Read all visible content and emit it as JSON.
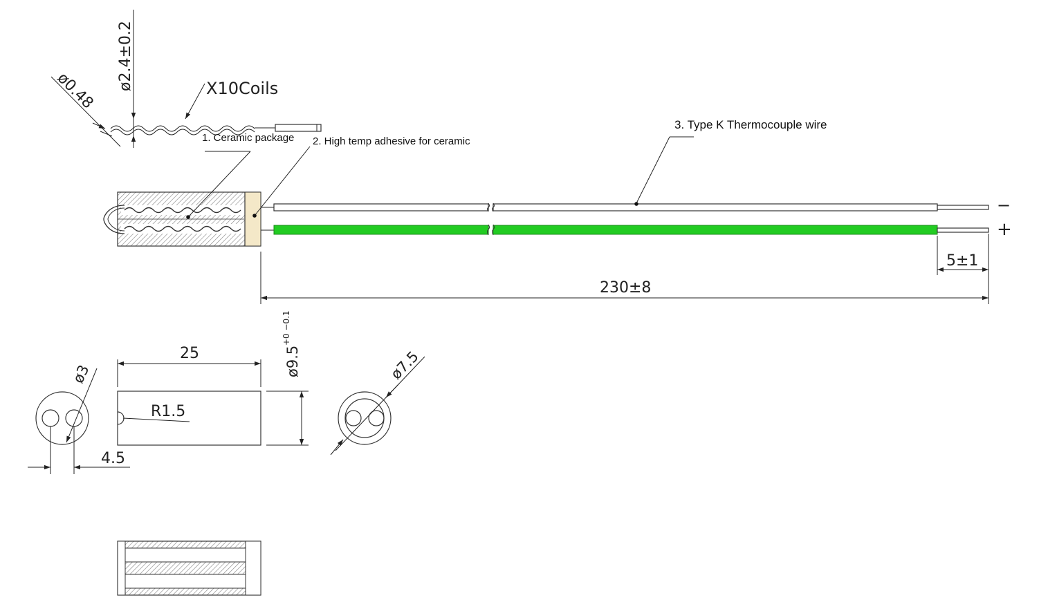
{
  "colors": {
    "line": "#222222",
    "green_wire": "#22cc22",
    "adhesive": "#f4e8c8",
    "hatch": "#8a8a8a"
  },
  "labels": {
    "coils": "X10Coils",
    "ceramic_package": "1. Ceramic package",
    "adhesive": "2. High temp adhesive for ceramic",
    "thermocouple_wire": "3. Type K Thermocouple wire",
    "minus": "−",
    "plus": "+"
  },
  "dimensions": {
    "wire_dia": "ø0.48",
    "coil_dia": "ø2.4±0.2",
    "strip_length": "5±1",
    "wire_length": "230±8",
    "body_length": "25",
    "body_dia_main": "ø9.5",
    "body_dia_tol": "+0 −0.1",
    "hole_dia": "ø3",
    "hole_spacing": "4.5",
    "groove_radius": "R1.5",
    "inner_dia": "ø7.5"
  }
}
